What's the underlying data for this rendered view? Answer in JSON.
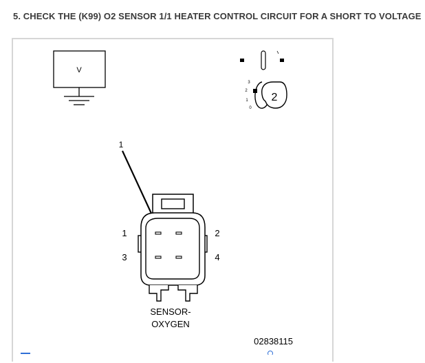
{
  "step": {
    "heading": "5. CHECK THE (K99) O2 SENSOR 1/1 HEATER CONTROL CIRCUIT FOR A SHORT TO VOLTAGE"
  },
  "figure": {
    "voltmeter_label": "V",
    "ignition": {
      "key_label": "2",
      "positions": [
        "3",
        "2",
        "1",
        "0"
      ],
      "selected_position": "2"
    },
    "callout_label": "1",
    "connector": {
      "pin_labels": [
        "1",
        "2",
        "3",
        "4"
      ],
      "name_line_1": "SENSOR-",
      "name_line_2": "OXYGEN"
    },
    "figure_id": "02838115"
  },
  "colors": {
    "heading_text": "#3a3a3a",
    "frame_border": "#d6d6d6",
    "link_accent": "#2f6fd6"
  }
}
